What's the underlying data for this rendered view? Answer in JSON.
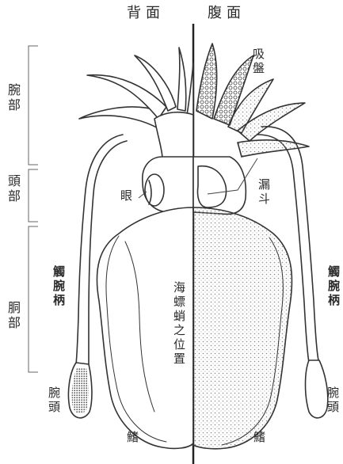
{
  "header": {
    "dorsal": "背面",
    "ventral": "腹面"
  },
  "sections": {
    "arms": "腕部",
    "head": "頭部",
    "trunk": "胴部"
  },
  "labels": {
    "suckers": "吸盤",
    "eye": "眼",
    "funnel": "漏斗",
    "tentacle_stalk_left": "觸腕柄",
    "tentacle_stalk_right": "觸腕柄",
    "tentacle_club_left": "腕頭",
    "tentacle_club_right": "腕頭",
    "fin_left": "鰭",
    "fin_right": "鰭",
    "cuttlebone_position": "海螵蛸之位置"
  },
  "colors": {
    "ink": "#2a2a2a",
    "stipple": "#9a9a9a",
    "background": "#ffffff"
  }
}
